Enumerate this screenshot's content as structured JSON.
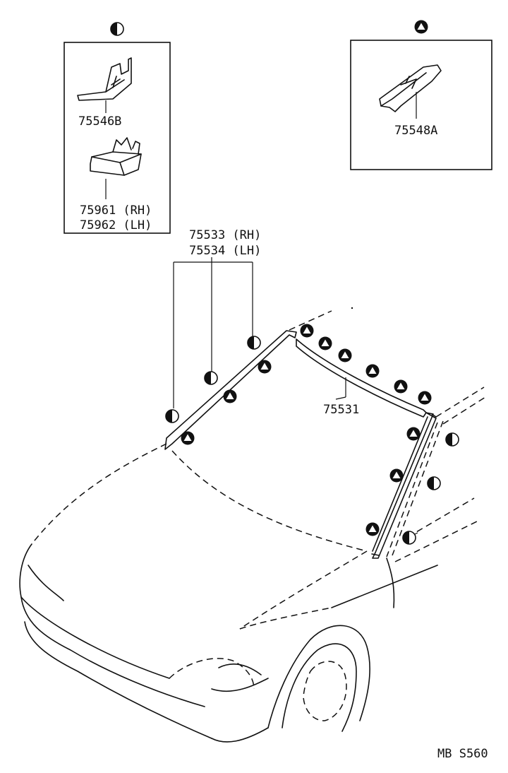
{
  "labels": {
    "part_75546b": "75546B",
    "part_75961": "75961 (RH)",
    "part_75962": "75962 (LH)",
    "part_75548a": "75548A",
    "part_75533": "75533 (RH)",
    "part_75534": "75534 (LH)",
    "part_75531": "75531",
    "diagram_code": "MB S560"
  },
  "symbols": {
    "half_circle": "half-filled-circle-icon",
    "triangle": "triangle-in-circle-icon"
  },
  "colors": {
    "ink": "#111111",
    "paper": "#ffffff"
  }
}
